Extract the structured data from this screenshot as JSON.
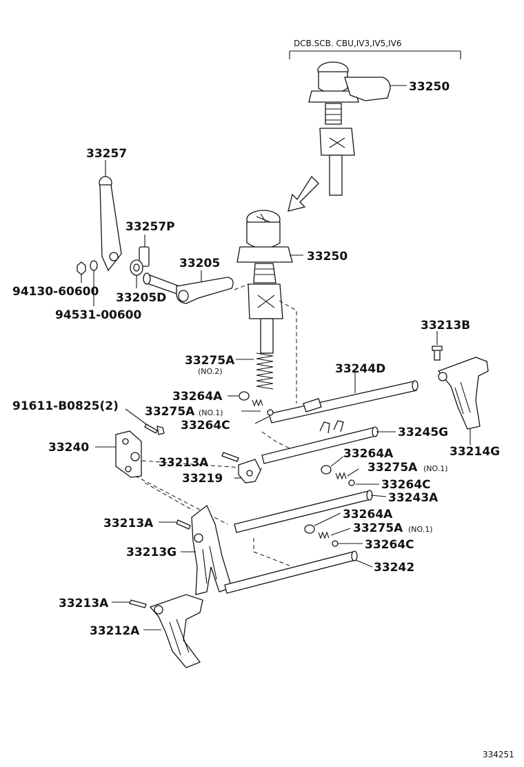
{
  "variant_note": "DCB.SCB. CBU,IV3,IV5,IV6",
  "figure_ref": "334251",
  "labels": {
    "p33250_top": "33250",
    "p33257": "33257",
    "p33257P": "33257P",
    "p33205": "33205",
    "p33250": "33250",
    "p94130": "94130-60600",
    "p33205D": "33205D",
    "p94531": "94531-00600",
    "p33213B": "33213B",
    "p33275A_2": "33275A",
    "p33275A_2_note": "(NO.2)",
    "p33244D": "33244D",
    "p33264A_1": "33264A",
    "p91611": "91611-B0825(2)",
    "p33275A_1": "33275A",
    "p33275A_1_note": "(NO.1)",
    "p33264C_1": "33264C",
    "p33214G": "33214G",
    "p33245G": "33245G",
    "p33240": "33240",
    "p33264A_2": "33264A",
    "p33213A_1": "33213A",
    "p33275A_3": "33275A",
    "p33275A_3_note": "(NO.1)",
    "p33219": "33219",
    "p33264C_2": "33264C",
    "p33243A": "33243A",
    "p33264A_3": "33264A",
    "p33213A_2": "33213A",
    "p33275A_4": "33275A",
    "p33275A_4_note": "(NO.1)",
    "p33213G": "33213G",
    "p33264C_3": "33264C",
    "p33242": "33242",
    "p33213A_3": "33213A",
    "p33212A": "33212A"
  }
}
